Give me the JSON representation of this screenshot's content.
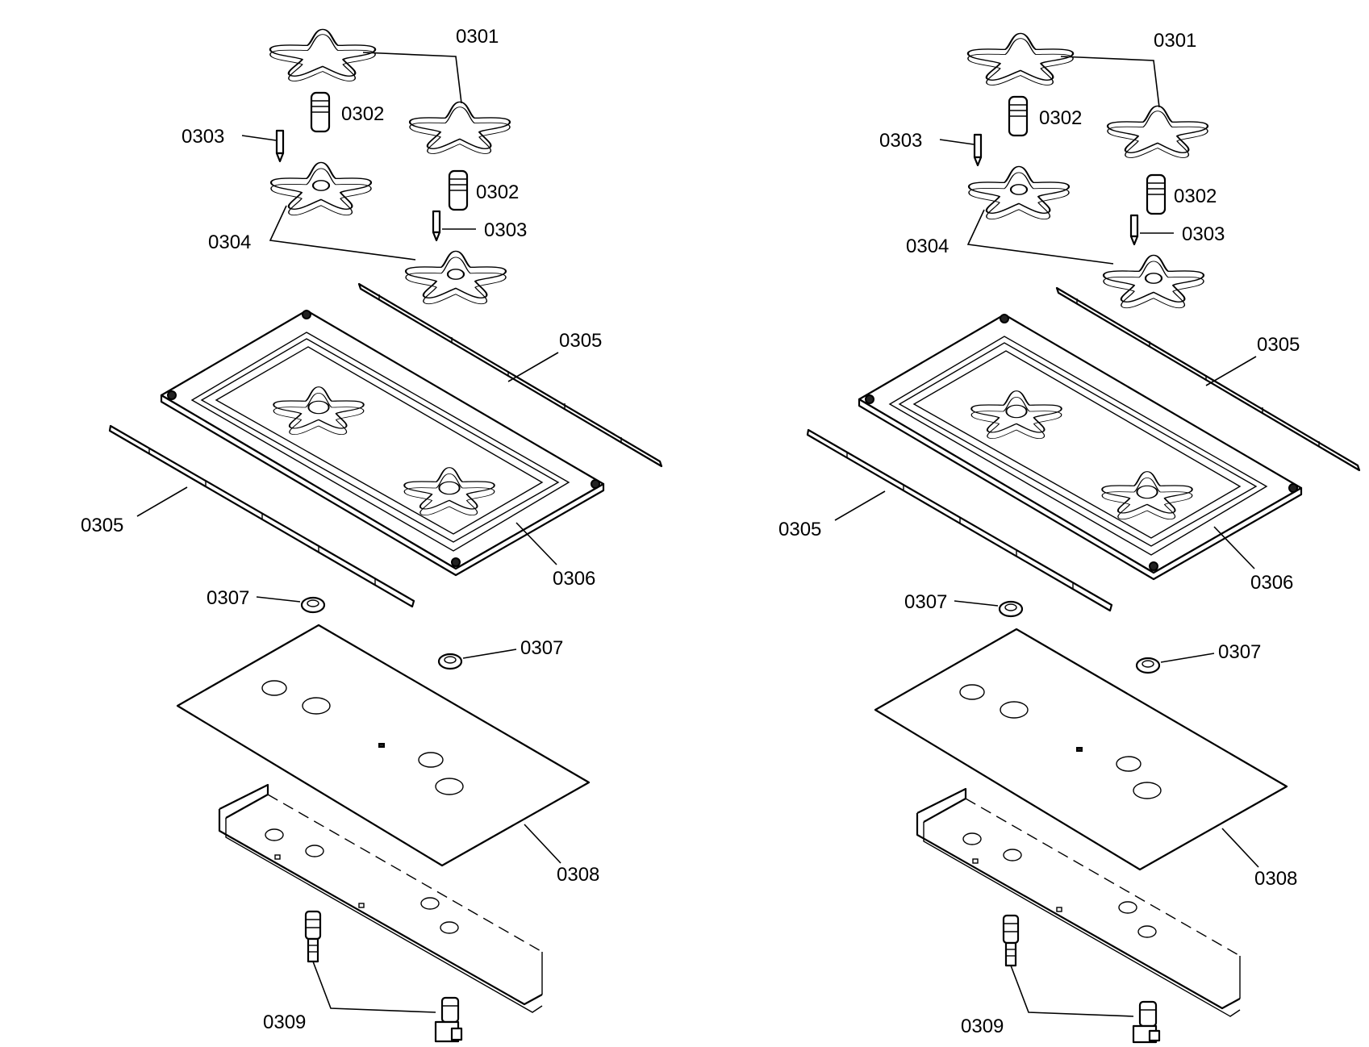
{
  "diagram": {
    "views": [
      {
        "labels": {
          "0301": "0301",
          "0302a": "0302",
          "0302b": "0302",
          "0303a": "0303",
          "0303b": "0303",
          "0304": "0304",
          "0305a": "0305",
          "0305b": "0305",
          "0306": "0306",
          "0307a": "0307",
          "0307b": "0307",
          "0308": "0308",
          "0309": "0309"
        }
      },
      {
        "labels": {
          "0301": "0301",
          "0302a": "0302",
          "0302b": "0302",
          "0303a": "0303",
          "0303b": "0303",
          "0304": "0304",
          "0305a": "0305",
          "0305b": "0305",
          "0306": "0306",
          "0307a": "0307",
          "0307b": "0307",
          "0308": "0308",
          "0309": "0309"
        }
      }
    ]
  }
}
